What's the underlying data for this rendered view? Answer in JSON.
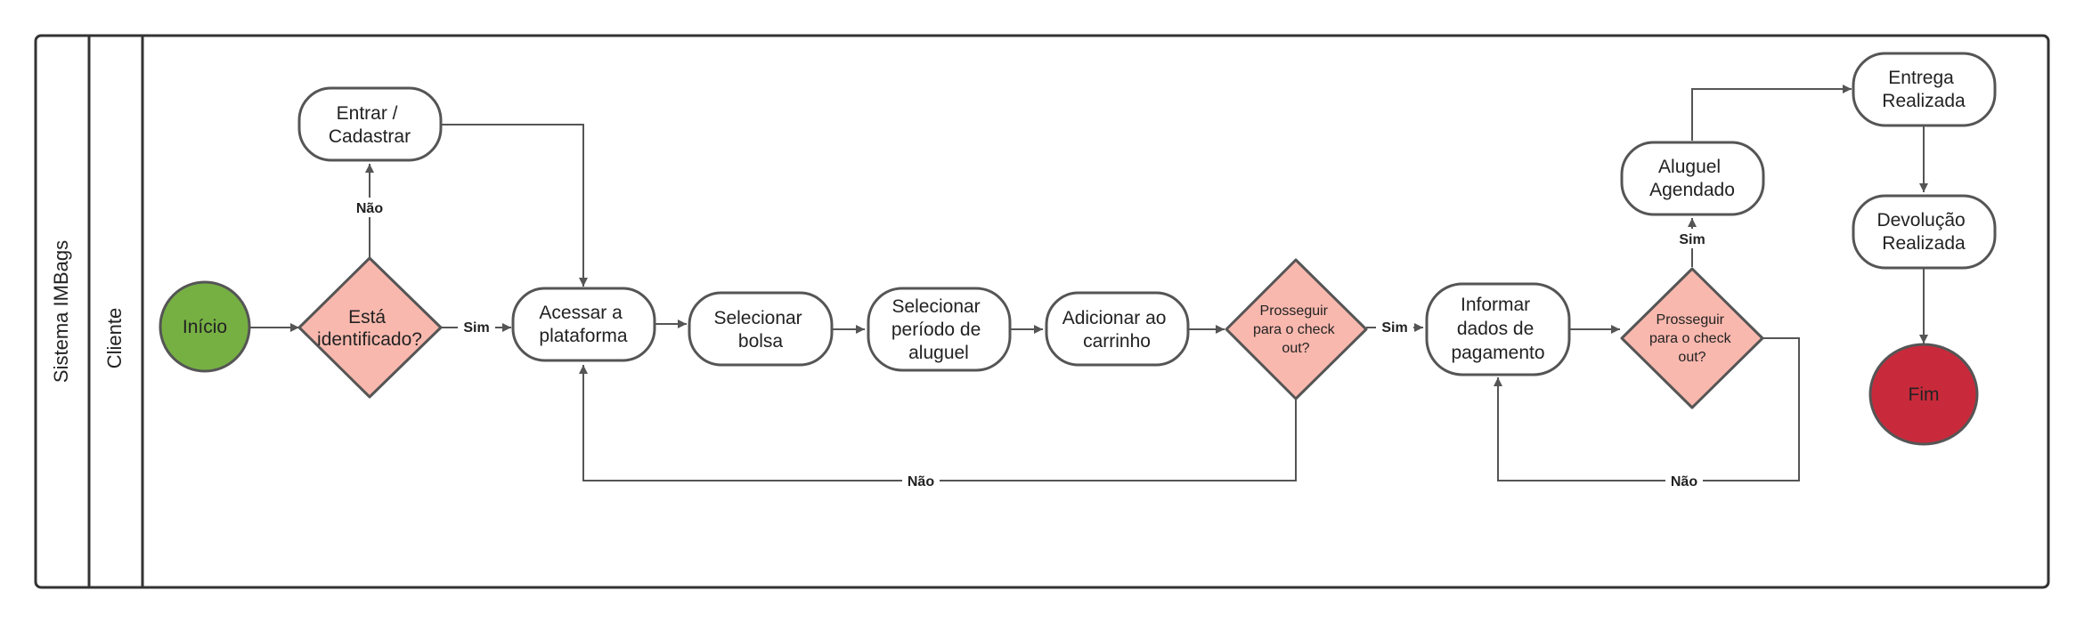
{
  "diagram": {
    "pool_label": "Sistema IMBags",
    "lane_label": "Cliente",
    "colors": {
      "start": "#76B043",
      "end": "#C92A3B",
      "decision": "#F9B8AE",
      "process": "#FFFFFF",
      "stroke": "#555555"
    },
    "nodes": {
      "inicio": [
        "Início"
      ],
      "esta_identificado": [
        "Está",
        "identificado?"
      ],
      "entrar_cadastrar": [
        "Entrar /",
        "Cadastrar"
      ],
      "acessar_plataforma": [
        "Acessar a",
        "plataforma"
      ],
      "selecionar_bolsa": [
        "Selecionar",
        "bolsa"
      ],
      "selecionar_periodo": [
        "Selecionar",
        "período de",
        "aluguel"
      ],
      "adicionar_carrinho": [
        "Adicionar ao",
        "carrinho"
      ],
      "prosseguir_1": [
        "Prosseguir",
        "para o check",
        "out?"
      ],
      "informar_pagamento": [
        "Informar",
        "dados de",
        "pagamento"
      ],
      "prosseguir_2": [
        "Prosseguir",
        "para o check",
        "out?"
      ],
      "aluguel_agendado": [
        "Aluguel",
        "Agendado"
      ],
      "entrega_realizada": [
        "Entrega",
        "Realizada"
      ],
      "devolucao_realizada": [
        "Devolução",
        "Realizada"
      ],
      "fim": [
        "Fim"
      ]
    },
    "edge_labels": {
      "ident_sim": "Sim",
      "ident_nao": "Não",
      "checkout1_sim": "Sim",
      "checkout1_nao": "Não",
      "checkout2_sim": "Sim",
      "checkout2_nao": "Não"
    }
  }
}
